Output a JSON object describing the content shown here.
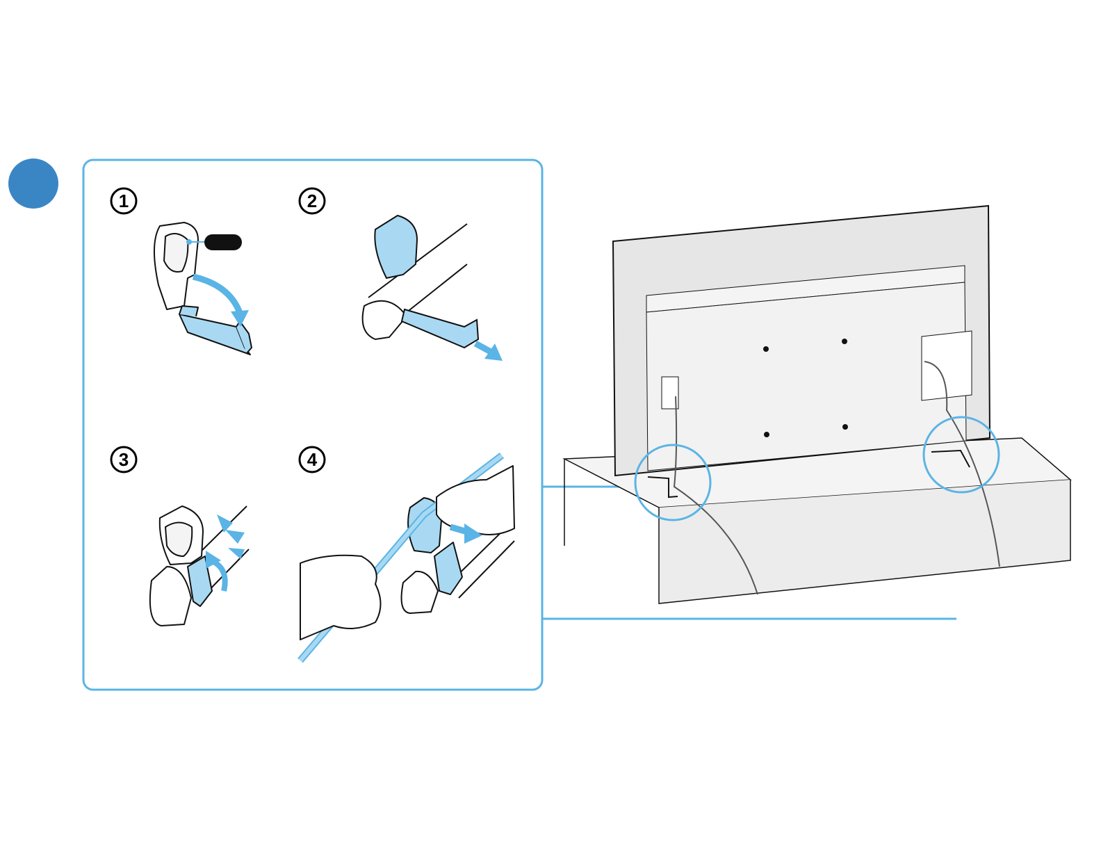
{
  "section_badge": {
    "label": "",
    "color": "#3a86c4"
  },
  "accent_color": "#5ab4e5",
  "fill_color": "#a9d9f2",
  "steps": [
    {
      "number": "1",
      "part_label": ""
    },
    {
      "number": "2"
    },
    {
      "number": "3"
    },
    {
      "number": "4"
    }
  ]
}
